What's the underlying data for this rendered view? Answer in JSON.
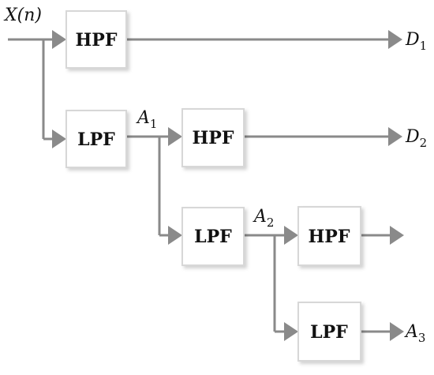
{
  "input": {
    "label": "X(n)"
  },
  "blocks": {
    "hpf": "HPF",
    "lpf": "LPF"
  },
  "signals": {
    "a1": {
      "main": "A",
      "sub": "1"
    },
    "a2": {
      "main": "A",
      "sub": "2"
    },
    "a3": {
      "main": "A",
      "sub": "3"
    },
    "d1": {
      "main": "D",
      "sub": "1"
    },
    "d2": {
      "main": "D",
      "sub": "2"
    }
  },
  "colors": {
    "line": "#8a8a8a",
    "box_border": "#d7d7d7"
  }
}
